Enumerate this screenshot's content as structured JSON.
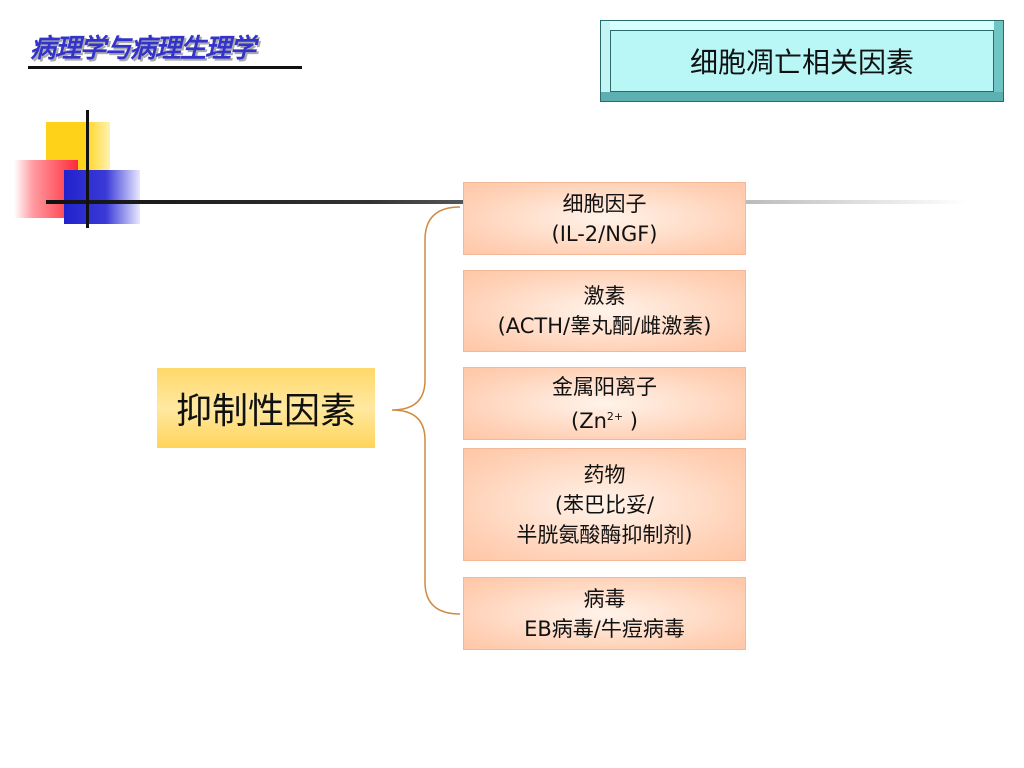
{
  "header": {
    "course_title": "病理学与病理生理学",
    "slide_title": "细胞凋亡相关因素"
  },
  "main": {
    "category": "抑制性因素",
    "items": [
      {
        "line1": "细胞因子",
        "line2": "(IL-2/NGF)"
      },
      {
        "line1": "激素",
        "line2": "(ACTH/睾丸酮/雌激素)"
      },
      {
        "line1": "金属阳离子",
        "line2_pre": "(Zn",
        "line2_sup": "2+",
        "line2_post": " )"
      },
      {
        "line1": "药物",
        "line2": "(苯巴比妥/",
        "line3": "半胱氨酸酶抑制剂)"
      },
      {
        "line1": "病毒",
        "line2": "EB病毒/牛痘病毒"
      }
    ]
  },
  "colors": {
    "course_title": "#3333cc",
    "title_box": "#b9f6f6",
    "category_box": "#ffd86a",
    "item_box": "#ffd2b8",
    "brace": "#d08a40"
  }
}
